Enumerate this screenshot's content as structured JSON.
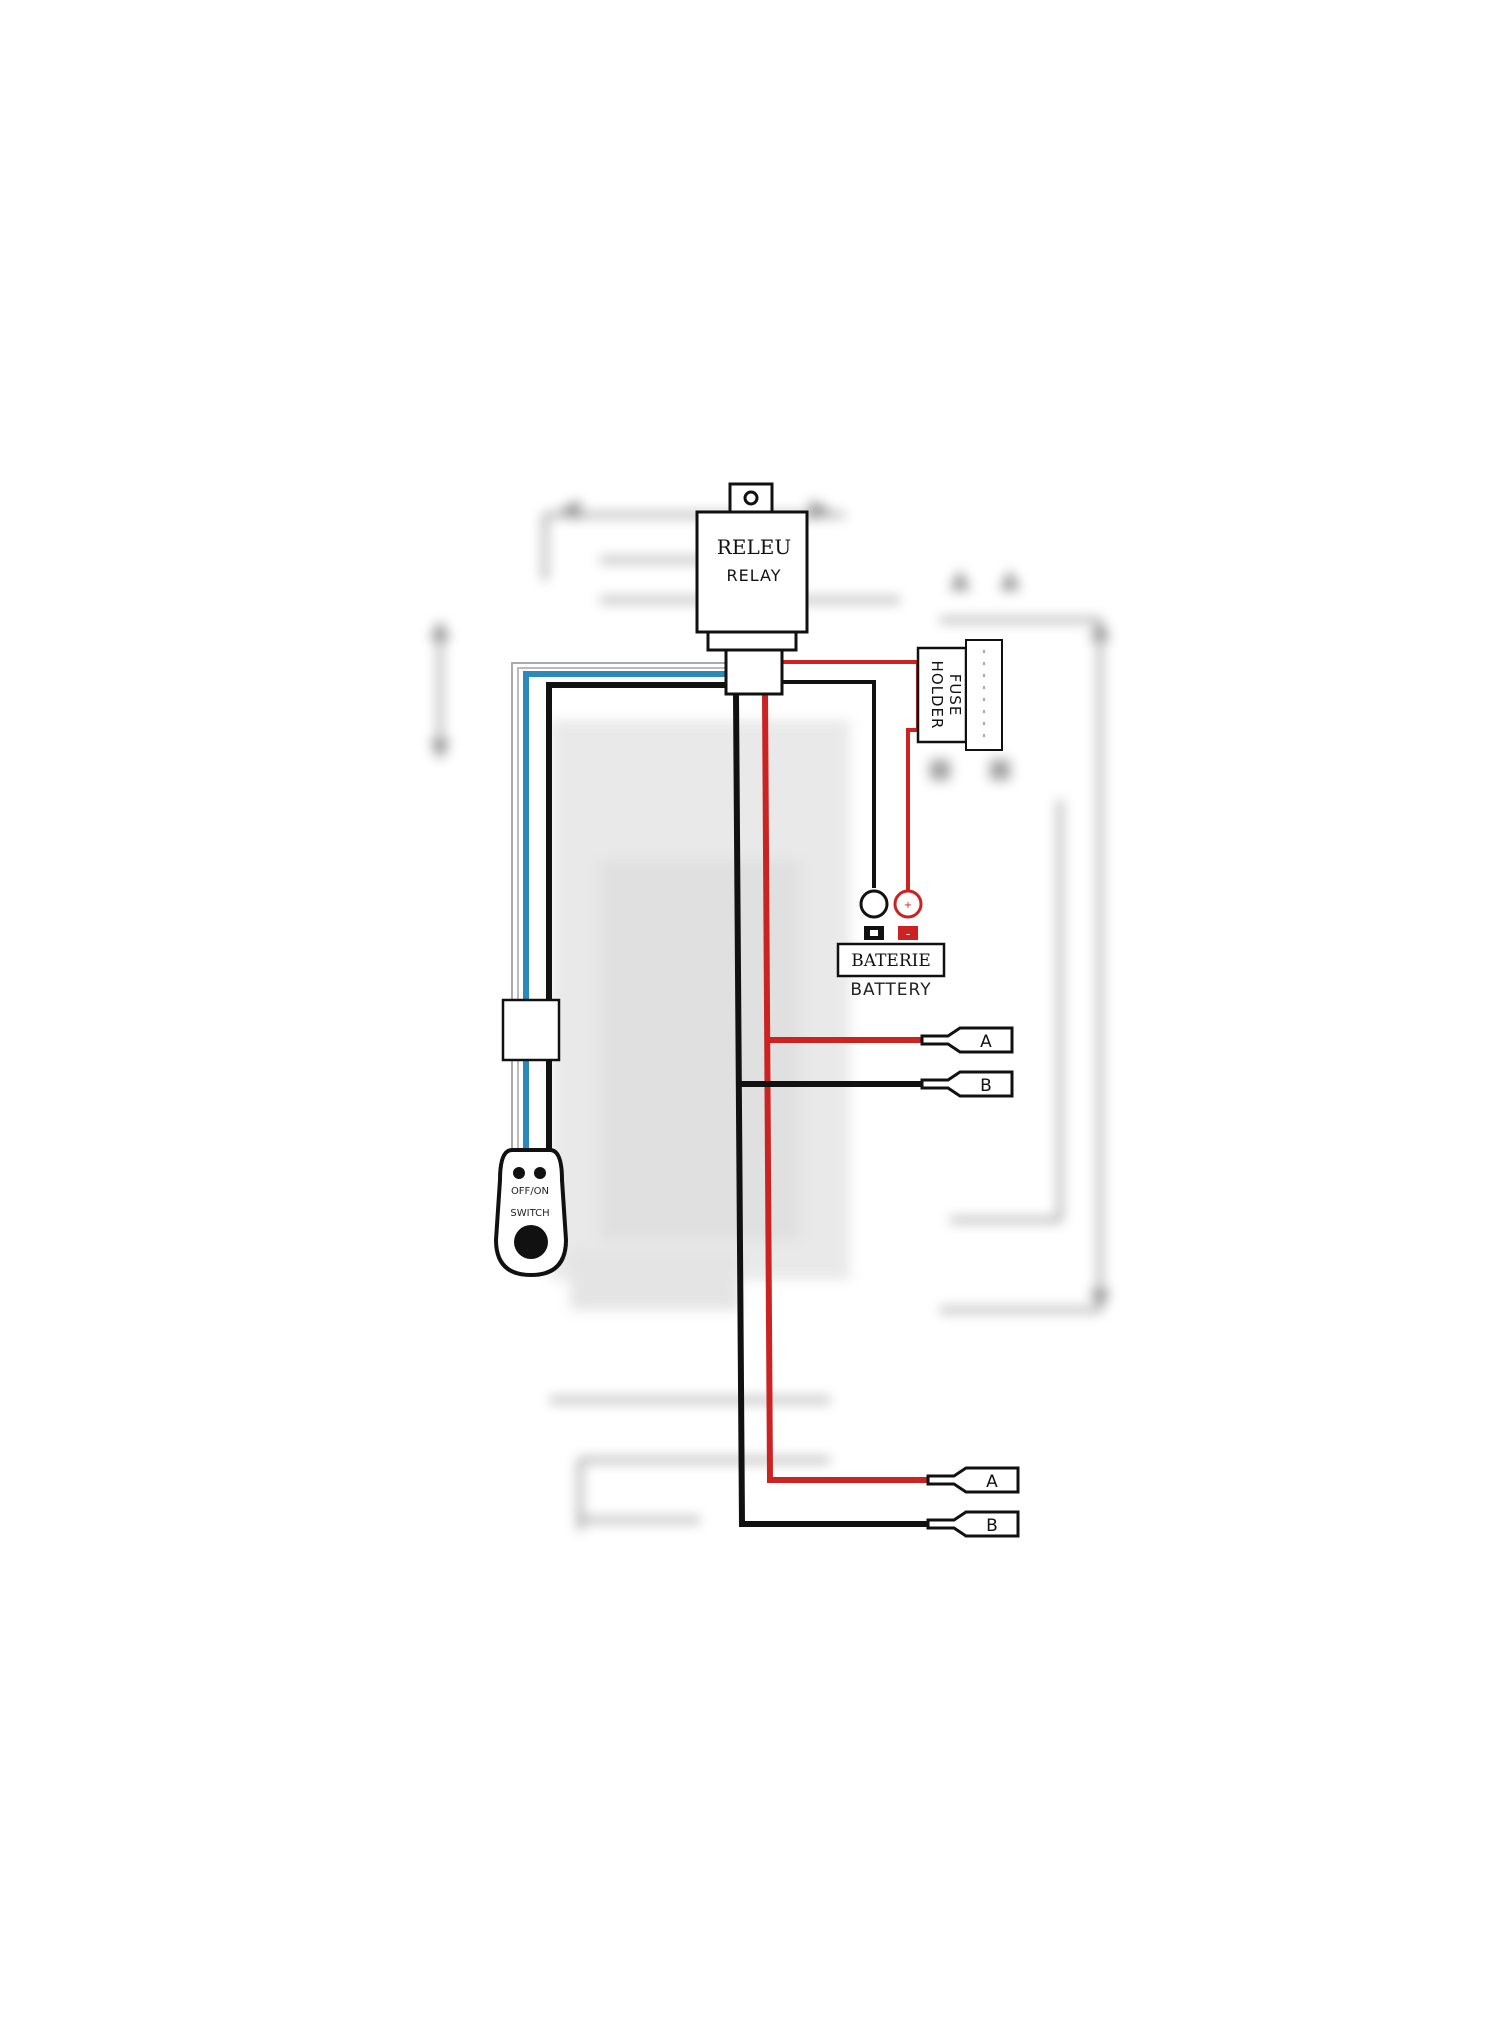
{
  "relay": {
    "label_primary": "RELEU",
    "label_secondary": "RELAY"
  },
  "fuse_holder": {
    "label_line1": "FUSE",
    "label_line2": "HOLDER"
  },
  "battery": {
    "label_primary": "BATERIE",
    "label_secondary": "BATTERY",
    "negative_symbol": "-",
    "positive_symbol": "+"
  },
  "switch": {
    "label_line1": "OFF/ON",
    "label_line2": "SWITCH"
  },
  "connectors": [
    {
      "label": "A"
    },
    {
      "label": "B"
    },
    {
      "label": "A"
    },
    {
      "label": "B"
    }
  ],
  "colors": {
    "red_wire": "#cc2222",
    "black_wire": "#111111",
    "blue_wire": "#2a8ab8",
    "background": "#ffffff"
  }
}
